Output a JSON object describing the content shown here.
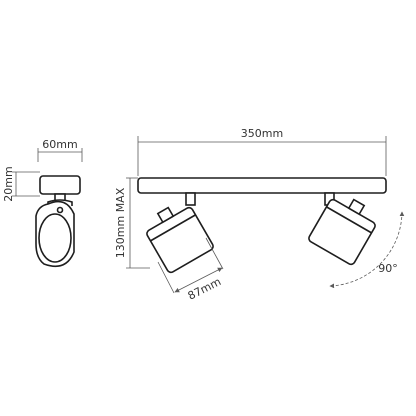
{
  "dimensions": {
    "side_width": "60mm",
    "side_height": "20mm",
    "bar_length": "350mm",
    "max_height": "130mm MAX",
    "head_length": "87mm",
    "rotation": "90°"
  },
  "colors": {
    "line": "#1e1e1e",
    "dimension": "#5a5a5a",
    "text": "#333333"
  }
}
